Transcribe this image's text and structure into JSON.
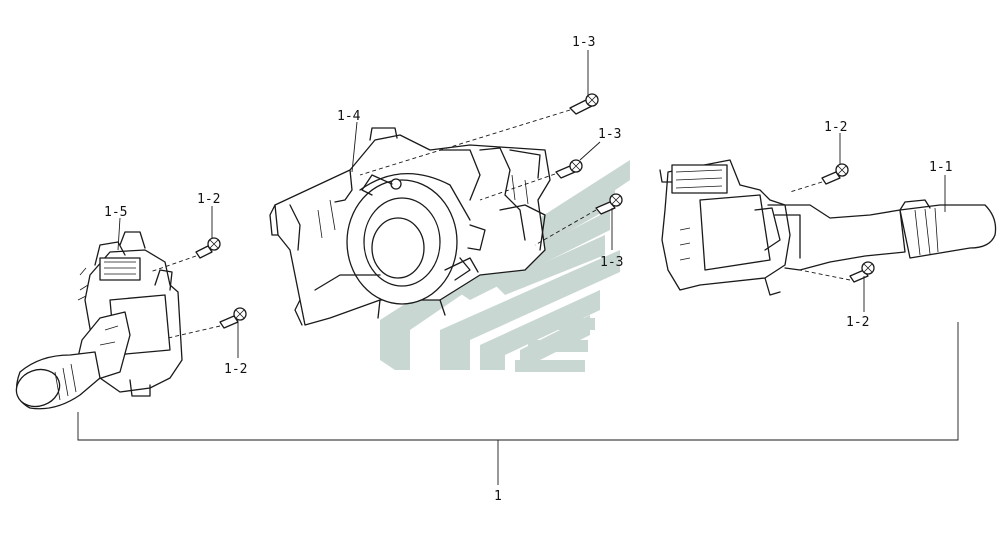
{
  "callouts": {
    "assembly": "1",
    "l_1_1": "1-1",
    "l_1_2_a": "1-2",
    "l_1_2_b": "1-2",
    "l_1_2_c": "1-2",
    "l_1_2_d": "1-2",
    "l_1_3_a": "1-3",
    "l_1_3_b": "1-3",
    "l_1_3_c": "1-3",
    "l_1_4": "1-4",
    "l_1_5": "1-5"
  },
  "colors": {
    "watermark": "#c9d7d2",
    "line": "#1a1a1a"
  },
  "watermark": {
    "icon": "company-logo-watermark"
  }
}
